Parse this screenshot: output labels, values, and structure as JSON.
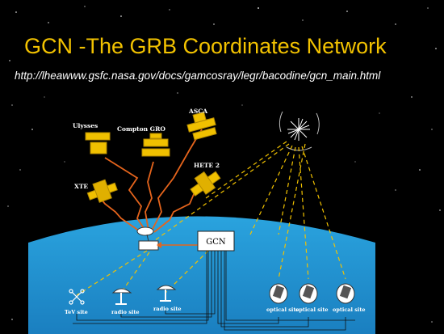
{
  "slide": {
    "title": "GCN -The GRB Coordinates Network",
    "url": "http://lheawww.gsfc.nasa.gov/docs/gamcosray/legr/bacodine/gcn_main.html"
  },
  "diagram": {
    "satellites": {
      "ulysses": "Ulysses",
      "compton": "Compton GRO",
      "asca": "ASCA",
      "hete": "HETE 2",
      "xte": "XTE"
    },
    "gcn_label": "GCN",
    "ground_sites": {
      "tev": "TeV site",
      "radio1": "radio site",
      "radio2": "radio site",
      "optical1": "optical site",
      "optical2": "optical site",
      "optical3": "optical site"
    },
    "colors": {
      "background": "#000000",
      "title": "#f2c200",
      "earth": "#1f9ad6",
      "satellite": "#f0c000",
      "uplink": "#e5641c",
      "alert_beams": "#f2c200",
      "label": "#ffffff"
    }
  }
}
